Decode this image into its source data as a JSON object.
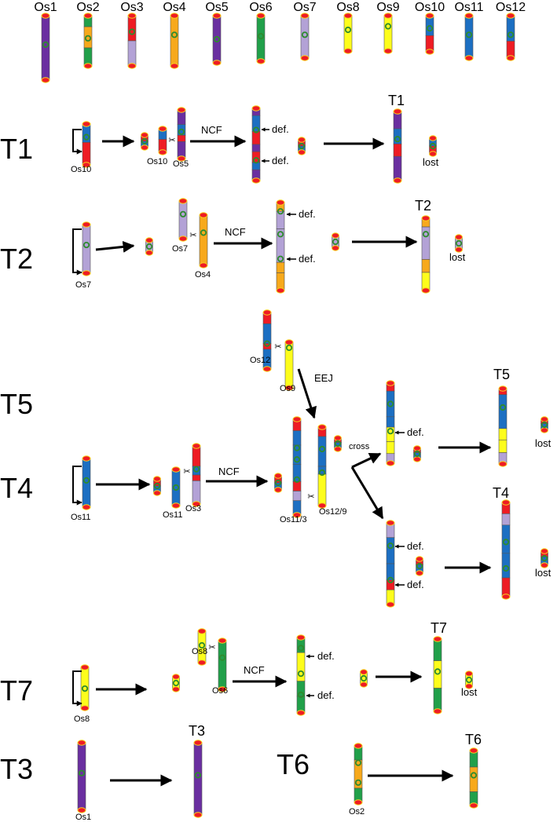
{
  "colors": {
    "Os1": "#6a2fa0",
    "Os2": "#21a04a",
    "Os3": "#ee1c24",
    "Os4": "#f7a91c",
    "Os5": "#6a2fa0",
    "Os6": "#21a04a",
    "Os7": "#b3a2d6",
    "Os8": "#fdfd1c",
    "Os9": "#fdfd1c",
    "Os10": "#1c6fc2",
    "Os11": "#1c6fc2",
    "Os12": "#ee1c24",
    "centromere": "#2e8b2e",
    "telomere": "#ee1c24",
    "telomere_ring": "#f7d21c"
  },
  "header": {
    "chromosomes": [
      "Os1",
      "Os2",
      "Os3",
      "Os4",
      "Os5",
      "Os6",
      "Os7",
      "Os8",
      "Os9",
      "Os10",
      "Os11",
      "Os12"
    ]
  },
  "rows": {
    "T1": "T1",
    "T2": "T2",
    "T5": "T5",
    "T4": "T4",
    "T7": "T7",
    "T3": "T3",
    "T6": "T6"
  },
  "labels": {
    "os10": "Os10",
    "os10b": "Os10",
    "os5": "Os5",
    "ncf": "NCF",
    "def": "def.",
    "lost": "lost",
    "t1": "T1",
    "os7": "Os7",
    "os7b": "Os7",
    "os4": "Os4",
    "t2": "T2",
    "os12": "Os12",
    "os9": "Os9",
    "eej": "EEJ",
    "cross": "cross",
    "t5": "T5",
    "os11": "Os11",
    "os11b": "Os11",
    "os3": "Os3",
    "os11_3": "Os11/3",
    "os12_9": "Os12/9",
    "t4": "T4",
    "os8": "Os8",
    "os8b": "Os8",
    "os6": "Os6",
    "t7": "T7",
    "os1": "Os1",
    "t3": "T3",
    "os2": "Os2",
    "t6": "T6"
  }
}
